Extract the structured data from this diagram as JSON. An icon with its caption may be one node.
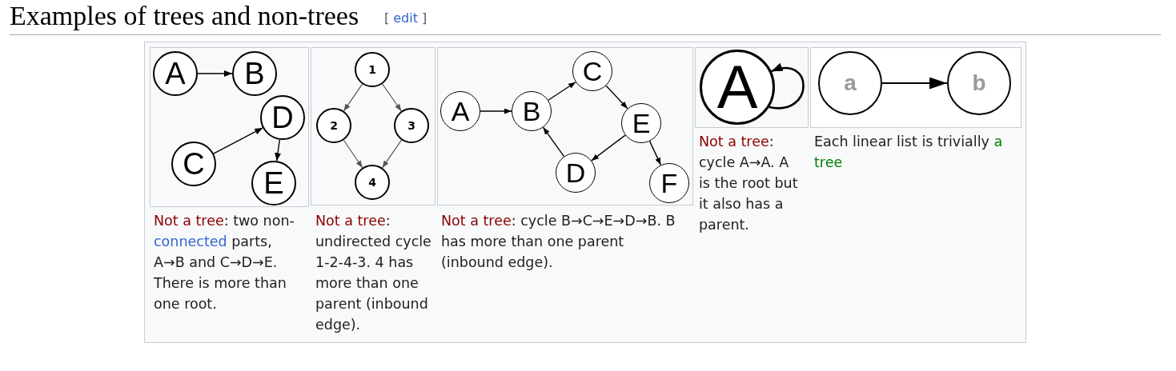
{
  "diagram": {
    "title": "Examples of trees and non-trees",
    "nodes": [
      {
        "text": [],
        "shape": "box"
      },
      {
        "text": [],
        "shape": "box",
        "in": 0,
        "beside": [
          "Not a tree: two non-connected parts, A→B and C→D→E. There is more than one root."
        ]
      },
      {
        "text": [
          "A"
        ],
        "in": 1
      },
      {
        "text": [
          "B"
        ],
        "in": 1
      },
      {
        "text": [
          "C"
        ],
        "in": 1
      },
      {
        "text": [
          "D"
        ],
        "in": 1
      },
      {
        "text": [
          "E"
        ],
        "in": 1
      },
      {
        "text": [],
        "shape": "box",
        "in": 0,
        "beside": [
          "Not a tree: undirected cycle 1-2-4-3. 4 has more than one parent (inbound edge)."
        ]
      },
      {
        "text": [
          "1"
        ],
        "in": 7
      },
      {
        "text": [
          "2"
        ],
        "in": 7
      },
      {
        "text": [
          "3"
        ],
        "in": 7
      },
      {
        "text": [
          "4"
        ],
        "in": 7
      },
      {
        "text": [],
        "shape": "box",
        "in": 0,
        "beside": [
          "Not a tree: cycle B→C→E→D→B. B has more than one parent (inbound edge)."
        ]
      },
      {
        "text": [
          "A"
        ],
        "in": 12
      },
      {
        "text": [
          "B"
        ],
        "in": 12
      },
      {
        "text": [
          "C"
        ],
        "in": 12
      },
      {
        "text": [
          "D"
        ],
        "in": 12
      },
      {
        "text": [
          "E"
        ],
        "in": 12
      },
      {
        "text": [
          "F"
        ],
        "in": 12
      },
      {
        "text": [],
        "shape": "box",
        "in": 0,
        "beside": [
          "Not a tree: cycle A→A. A is the root but it also has a parent."
        ]
      },
      {
        "text": [
          "A"
        ],
        "in": 19
      },
      {
        "text": [],
        "shape": "box",
        "in": 0,
        "beside": [
          "Each linear list is trivially a tree"
        ]
      },
      {
        "text": [
          "a"
        ],
        "in": 21
      },
      {
        "text": [
          "b"
        ],
        "in": 21
      }
    ],
    "edges": [
      {
        "from": 2,
        "to": 3,
        "arrow": "to"
      },
      {
        "from": 4,
        "to": 5,
        "arrow": "to"
      },
      {
        "from": 5,
        "to": 6,
        "arrow": "to"
      },
      {
        "from": 8,
        "to": 9,
        "arrow": "to",
        "color": "#555555"
      },
      {
        "from": 8,
        "to": 10,
        "arrow": "to",
        "color": "#555555"
      },
      {
        "from": 9,
        "to": 11,
        "arrow": "to",
        "color": "#555555"
      },
      {
        "from": 10,
        "to": 11,
        "arrow": "to",
        "color": "#555555"
      },
      {
        "from": 13,
        "to": 14,
        "arrow": "to"
      },
      {
        "from": 14,
        "to": 15,
        "arrow": "to"
      },
      {
        "from": 15,
        "to": 17,
        "arrow": "to"
      },
      {
        "from": 17,
        "to": 16,
        "arrow": "to"
      },
      {
        "from": 16,
        "to": 14,
        "arrow": "to"
      },
      {
        "from": 17,
        "to": 18,
        "arrow": "to"
      },
      {
        "from": 20,
        "to": 20,
        "arrow": "to"
      },
      {
        "from": 22,
        "to": 23,
        "arrow": "to"
      }
    ],
    "labels": [
      "[",
      "edit",
      "]"
    ]
  }
}
